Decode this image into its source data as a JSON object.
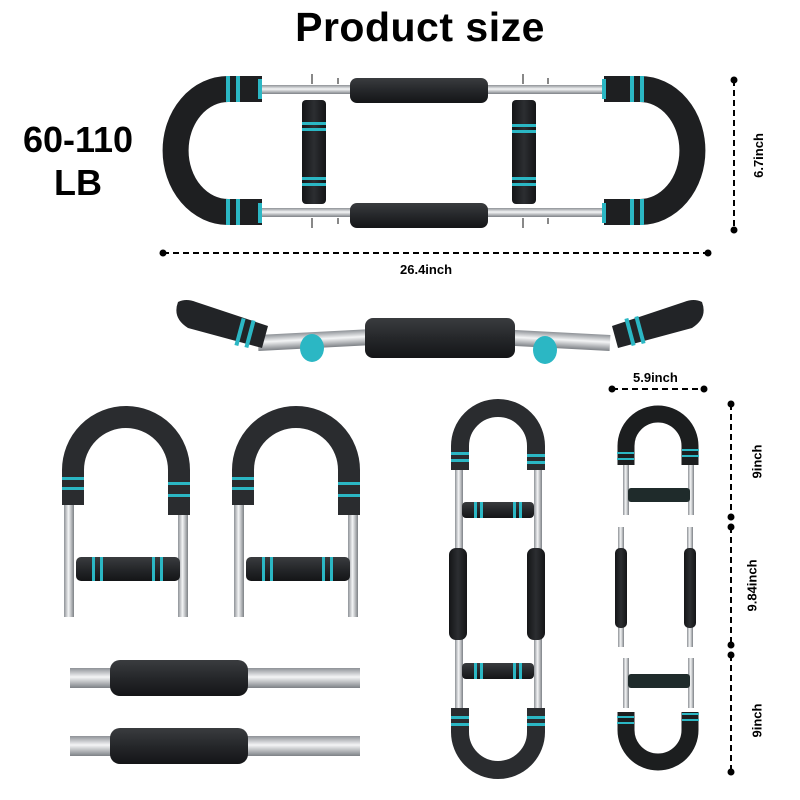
{
  "title": "Product size",
  "weight_range": {
    "line1": "60-110",
    "line2": "LB"
  },
  "dimensions": {
    "assembled_length": "26.4inch",
    "assembled_height": "6.7inch",
    "handle_width": "5.9inch",
    "top_handle_length": "9inch",
    "middle_bar_length": "9.84inch",
    "bottom_handle_length": "9inch"
  },
  "colors": {
    "foam": "#1e1f21",
    "accent": "#2bb7c4",
    "steel": "#c9cdd1",
    "dimension_line": "#000000"
  },
  "views": [
    "assembled-top-view",
    "assembled-side-view",
    "u-handle-pair",
    "middle-bar-pair",
    "assembled-vertical-view",
    "exploded-vertical-view"
  ]
}
